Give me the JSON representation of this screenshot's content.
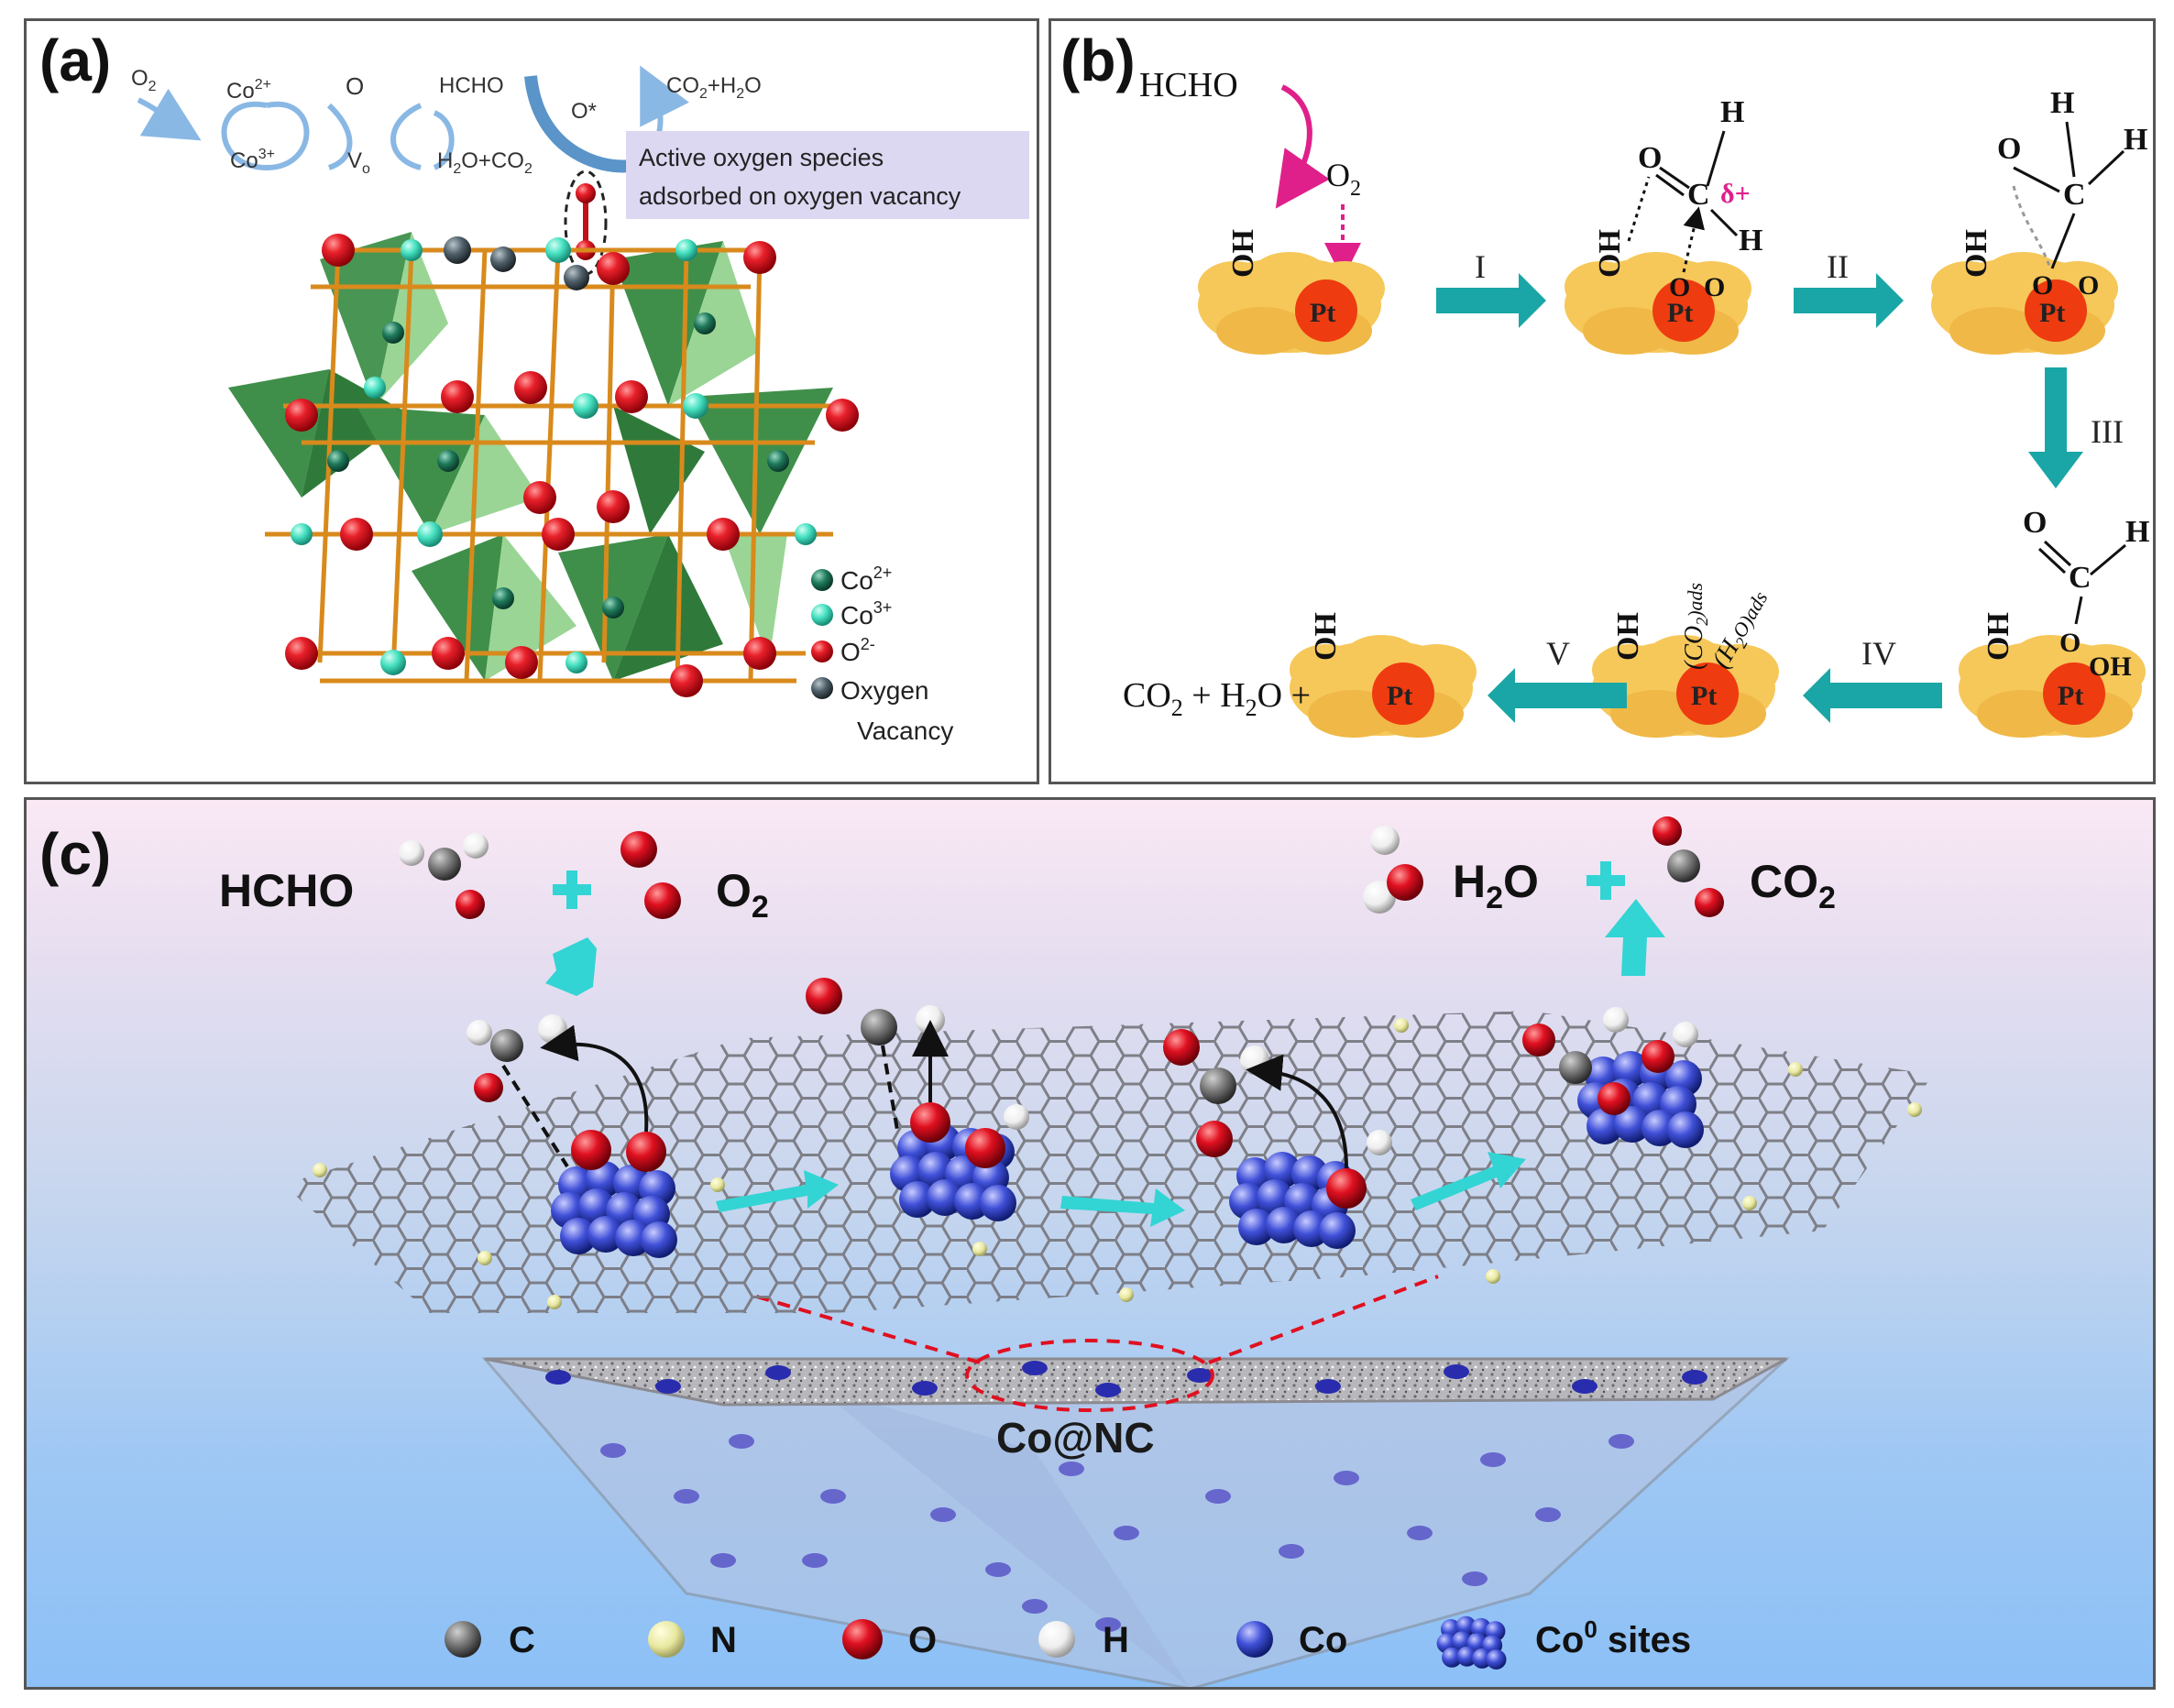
{
  "panel_a": {
    "label": "(a)",
    "cycle": {
      "o2": "O",
      "o2_sub": "2",
      "co2plus": "Co",
      "co2plus_sup": "2+",
      "co3plus": "Co",
      "co3plus_sup": "3+",
      "o": "O",
      "vo": "V",
      "vo_sub": "o",
      "hcho": "HCHO",
      "h2o_co2": "H",
      "h2o_co2_sub": "2",
      "h2o_co2_rest": "O+CO",
      "h2o_co2_sub2": "2",
      "ostar": "O*",
      "co2_h2o": "CO",
      "co2_h2o_sub": "2",
      "co2_h2o_rest": "+H",
      "co2_h2o_sub2": "2",
      "co2_h2o_end": "O"
    },
    "callout_line1": "Active oxygen species",
    "callout_line2": "adsorbed on oxygen vacancy",
    "legend": [
      {
        "label": "Co",
        "sup": "2+",
        "color": "#1f7a5c"
      },
      {
        "label": "Co",
        "sup": "3+",
        "color": "#45e0c0"
      },
      {
        "label": "O",
        "sup": "2-",
        "color": "#e0202a"
      },
      {
        "label": "Oxygen",
        "label2": "Vacancy",
        "color": "#50606a"
      }
    ]
  },
  "panel_b": {
    "label": "(b)",
    "hcho": "HCHO",
    "o2": "O",
    "o2_sub": "2",
    "pt": "Pt",
    "oh": "OH",
    "delta": "δ+",
    "steps": [
      "I",
      "II",
      "III",
      "IV",
      "V"
    ],
    "h": "H",
    "c": "C",
    "o": "O",
    "co2_ads": "(CO",
    "co2_ads_sub": "2",
    "co2_ads_end": ")ads",
    "h2o_ads": "(H",
    "h2o_ads_sub": "2",
    "h2o_ads_end": "O)ads",
    "products": "CO",
    "products_sub": "2",
    "products_mid": " + H",
    "products_sub2": "2",
    "products_end": "O +"
  },
  "panel_c": {
    "label": "(c)",
    "hcho": "HCHO",
    "o2": "O",
    "o2_sub": "2",
    "h2o": "H",
    "h2o_sub": "2",
    "h2o_end": "O",
    "co2": "CO",
    "co2_sub": "2",
    "support": "Co@NC",
    "legend": [
      {
        "label": "C",
        "color": "#808080"
      },
      {
        "label": "N",
        "color": "#e8e8a0"
      },
      {
        "label": "O",
        "color": "#e01020"
      },
      {
        "label": "H",
        "color": "#f4f4f4"
      },
      {
        "label": "Co",
        "color": "#4050d8"
      },
      {
        "label": "Co",
        "sup": "0",
        "label2": " sites",
        "color": "#4050d8"
      }
    ]
  },
  "colors": {
    "teal_arrow": "#1aa6a6",
    "cyan_arrow": "#33d4d4",
    "pt_red": "#ee3b10",
    "support_yellow": "#f6c85a",
    "polyhedron_green": "#3f8f4a",
    "bond_orange": "#d88a1c",
    "magenta": "#e0208a"
  }
}
